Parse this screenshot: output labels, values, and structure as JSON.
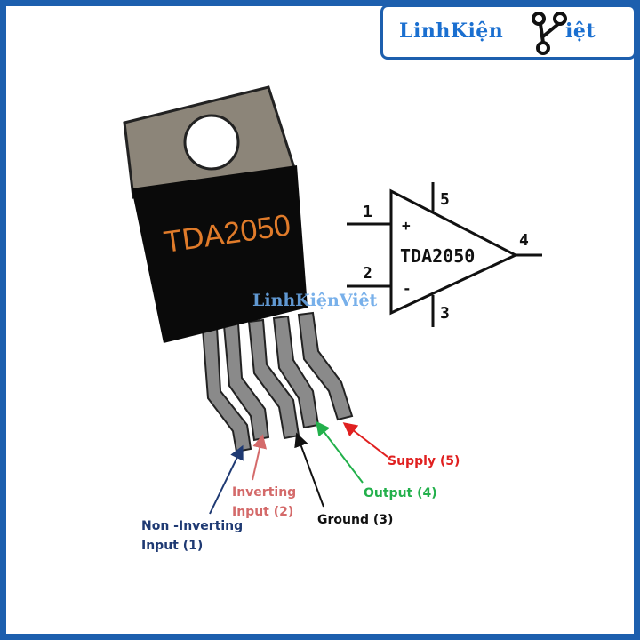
{
  "logo": {
    "brand": "LinhKiệnViệt",
    "text_left": "LinhKiện",
    "text_right": "iệt"
  },
  "chip": {
    "marking": "TDA2050",
    "watermark": "LinhKiệnViệt"
  },
  "symbol": {
    "name": "TDA2050",
    "pins": {
      "p1": "1",
      "p2": "2",
      "p3": "3",
      "p4": "4",
      "p5": "5"
    },
    "plus": "+",
    "minus": "-"
  },
  "labels": {
    "non_inverting": [
      "Non -Inverting",
      "Input (1)"
    ],
    "inverting": [
      "Inverting",
      "Input (2)"
    ],
    "ground": "Ground (3)",
    "output": "Output (4)",
    "supply": "Supply (5)"
  },
  "colors": {
    "frame": "#1d5fae",
    "non_inverting": "#1f3a73",
    "inverting": "#d46a6a",
    "ground": "#111111",
    "output": "#22b04b",
    "supply": "#e02020",
    "marking": "#e07b2a"
  }
}
